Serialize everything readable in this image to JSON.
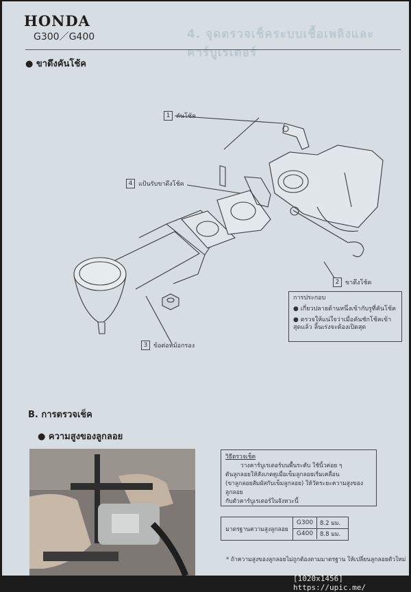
{
  "header": {
    "brand": "HONDA",
    "model": "G300／G400",
    "ghost_heading": "4. จุดตรวจเช็คระบบเชื้อเพลิงและคาร์บูเรเตอร์"
  },
  "section_choke": {
    "title": "ขาดึงคันโช้ค"
  },
  "callouts": [
    {
      "num": "1",
      "label": "คันโช้ค"
    },
    {
      "num": "4",
      "label": "แป้นรับขาดึงโช้ค"
    },
    {
      "num": "2",
      "label": "ขาดึงโช้ค"
    },
    {
      "num": "3",
      "label": "ข้อต่อหม้อกรอง"
    }
  ],
  "assembly_note": {
    "title": "การประกอบ",
    "items": [
      "เกี่ยวปลายด้านหนึ่งเข้ากับรูที่คันโช้ค",
      "ตรวจให้แน่ใจว่าเมื่อคันชักโช้คเข้าสุดแล้ว ลิ้นเร่งจะต้องเปิดสุด"
    ]
  },
  "section_b": {
    "title": "B. การตรวจเช็ค",
    "subtitle": "ความสูงของลูกลอย"
  },
  "inspection": {
    "title": "วิธีตรวจเช็ค",
    "lines": [
      "วางคาร์บูเรเตอร์บนพื้นระดับ ใช้นิ้วค่อย ๆ",
      "ดันลูกลอยให้สังเกตดูเมื่อเข็มลูกลอยเริ่มเคลื่อน",
      "(ขาลูกลอยสัมผัสกับเข็มลูกลอย) ให้วัดระยะความสูงของลูกลอย",
      "กับตัวคาร์บูเรเตอร์ในจังหวะนี้"
    ]
  },
  "spec": {
    "label": "มาตรฐานความสูงลูกลอย",
    "rows": [
      {
        "model": "G300",
        "value": "8.2 มม."
      },
      {
        "model": "G400",
        "value": "8.8 มม."
      }
    ]
  },
  "footnote": "ถ้าความสูงของลูกลอยไม่ถูกต้องตามมาตรฐาน ให้เปลี่ยนลูกลอยตัวใหม่",
  "watermark": "[1020x1456] https://upic.me/"
}
